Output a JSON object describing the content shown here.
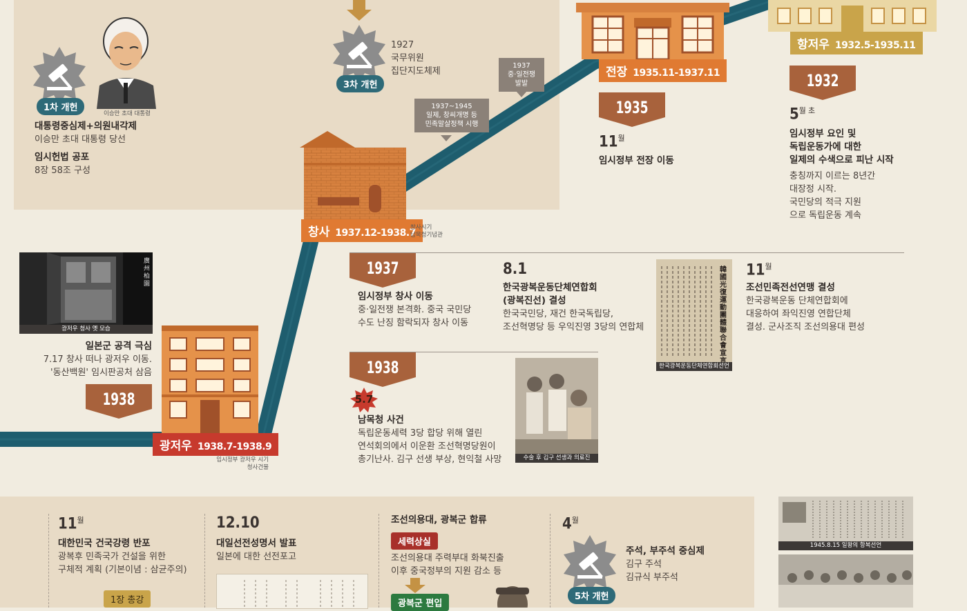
{
  "first_amend": {
    "badge": "1차 개헌",
    "caption": "이승만 초대 대통령",
    "h1": "대통령중심제+의원내각제",
    "b1": "이승만 초대 대통령 당선",
    "h2": "임시헌법 공포",
    "b2": "8장 58조 구성"
  },
  "third_amend": {
    "badge": "3차 개헌",
    "year": "1927",
    "line1": "국무위원",
    "line2": "집단지도체제"
  },
  "notes": {
    "n1_year": "1937~1945",
    "n1_l1": "일제, 창씨개명 등",
    "n1_l2": "민족말살정책 시행",
    "n2_year": "1937",
    "n2_l1": "중·일전쟁",
    "n2_l2": "발발"
  },
  "changsha": {
    "name": "창사",
    "period": "1937.12-1938.7",
    "caption_l1": "창사시기",
    "caption_l2": "남목청기념관"
  },
  "zhenjiang": {
    "name": "전장",
    "period": "1935.11-1937.11",
    "year": "1935",
    "month": "11",
    "month_unit": "월",
    "event": "임시정부 전장 이동"
  },
  "hangzhou": {
    "name": "항저우",
    "period": "1932.5-1935.11",
    "year": "1932",
    "month": "5",
    "month_unit": "월 초",
    "h1": "임시정부 요인 및",
    "h2": "독립운동가에 대한",
    "h3": "일제의 수색으로 피난 시작",
    "b1": "충칭까지 이르는 8년간",
    "b2": "대장정 시작.",
    "b3": "국민당의 적극 지원",
    "b4": "으로 독립운동 계속"
  },
  "guangzhou": {
    "photo_caption": "광저우 청사 옛 모습",
    "photo_sign": "廣州柏園",
    "h1": "일본군 공격 극심",
    "b1": "7.17 창사 떠나 광저우 이동.",
    "b2": "'동산백원' 임시판공처 삼음",
    "year": "1938",
    "name": "광저우",
    "period": "1938.7-1938.9",
    "caption_l1": "임시정부 광저우 시기",
    "caption_l2": "청사건물"
  },
  "y1937": {
    "year": "1937",
    "h1": "임시정부 창사 이동",
    "b1": "중·일전쟁 본격화. 중국 국민당",
    "b2": "수도 난징 함락되자 창사 이동",
    "date2": "8.1",
    "h2a": "한국광복운동단체연합회",
    "h2b": "(광복진선) 결성",
    "b3": "한국국민당, 재건 한국독립당,",
    "b4": "조선혁명당 등 우익진영 3당의 연합체",
    "doc_caption": "한국광복운동단체연합회선언",
    "doc_title": "韓國光復運動團體聯合會宣言",
    "date3": "11",
    "date3_unit": "월",
    "h3": "조선민족전선연맹 결성",
    "b5": "한국광복운동 단체연합회에",
    "b6": "대응하여 좌익진영 연합단체",
    "b7": "결성. 군사조직 조선의용대 편성"
  },
  "y1938": {
    "year": "1938",
    "badge": "5.7",
    "h1": "남목청 사건",
    "b1": "독립운동세력 3당 합당 위해 열린",
    "b2": "연석회의에서 이운환 조선혁명당원이",
    "b3": "총기난사. 김구 선생 부상, 현익철 사망",
    "photo_caption": "수술 후 김구 선생과 의료진"
  },
  "bottom": {
    "c1_month": "11",
    "c1_unit": "월",
    "c1_h": "대한민국 건국강령 반포",
    "c1_b1": "광복후 민족국가 건설을 위한",
    "c1_b2": "구체적 계획 (기본이념 : 삼균주의)",
    "c1_pill": "1장 총강",
    "c2_date": "12.10",
    "c2_h": "대일선전성명서 발표",
    "c2_b": "일본에 대한 선전포고",
    "c3_h": "조선의용대, 광복군 합류",
    "c3_pill": "세력상실",
    "c3_b1": "조선의용대 주력부대 화북진출",
    "c3_b2": "이후 중국정부의 지원 감소 등",
    "c3_pill2": "광복군 편입",
    "c4_month": "4",
    "c4_unit": "월",
    "c4_badge": "5차 개헌",
    "c4_h": "주석, 부주석 중심제",
    "c4_b1": "김구 주석",
    "c4_b2": "김규식 부주석",
    "photo_caption": "1945.8.15 일왕의 항복선언"
  },
  "colors": {
    "orange": "#e07a32",
    "brown": "#a8623c",
    "teal": "#1e5d6e",
    "khaki": "#c9a44a",
    "darkred": "#a8302a",
    "tan_panel": "#e8dbc6",
    "gray": "#8c8c8c"
  }
}
